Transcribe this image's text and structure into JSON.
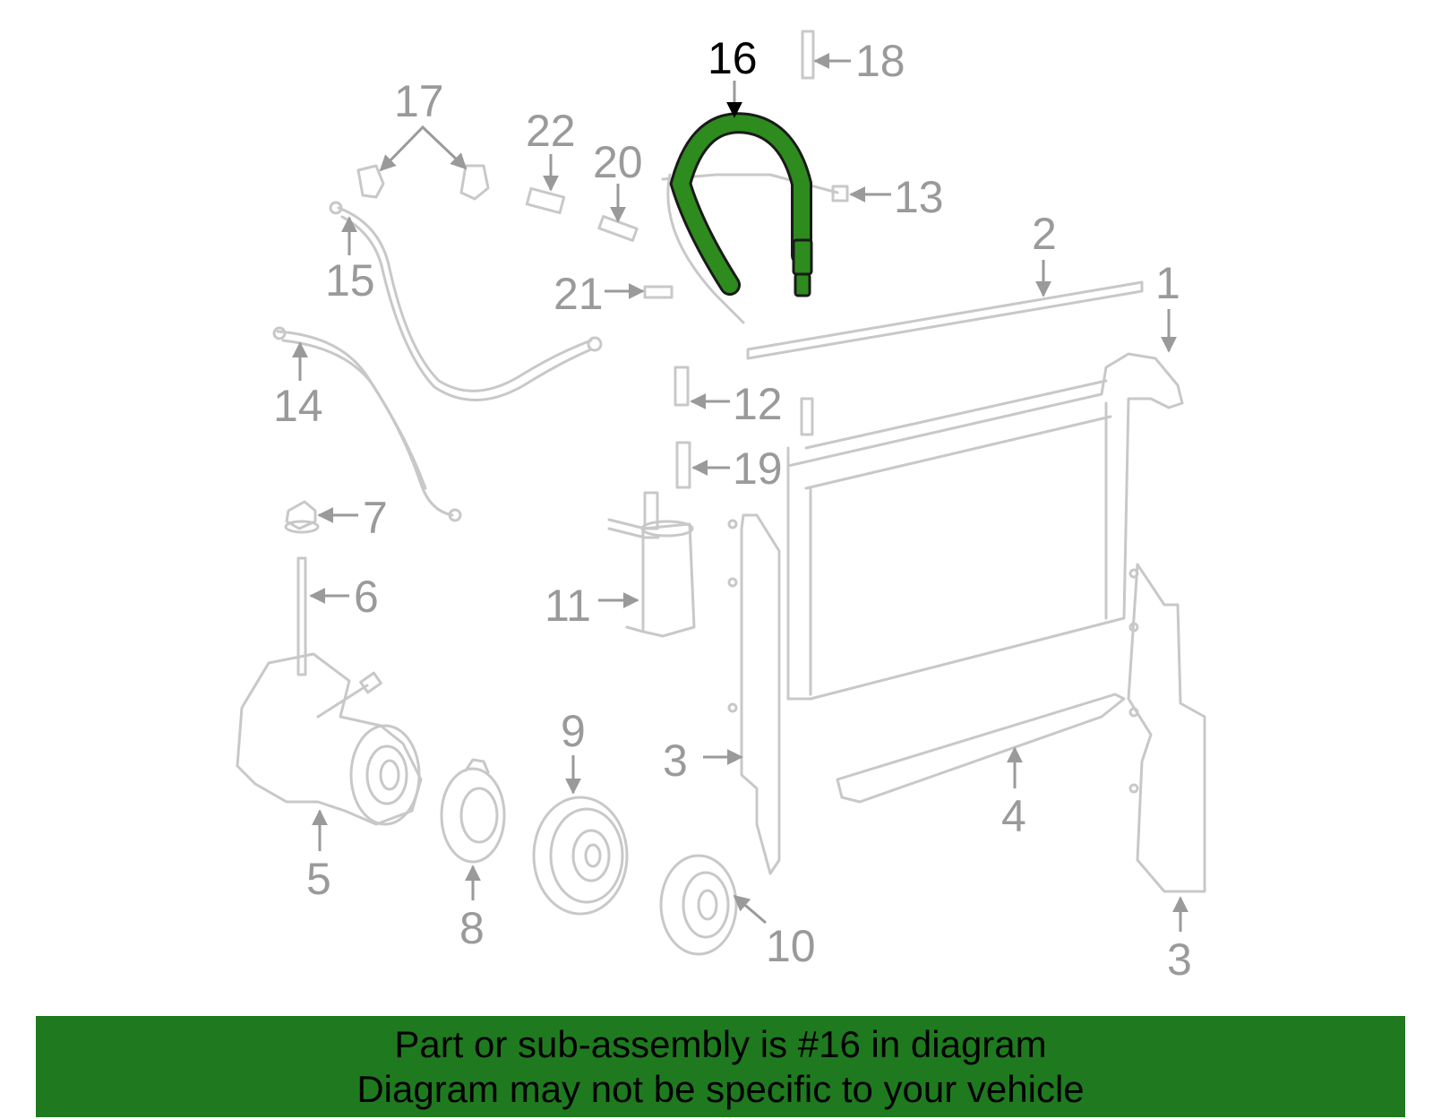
{
  "callouts": {
    "c1": "1",
    "c2": "2",
    "c3a": "3",
    "c3b": "3",
    "c4": "4",
    "c5": "5",
    "c6": "6",
    "c7": "7",
    "c8": "8",
    "c9": "9",
    "c10": "10",
    "c11": "11",
    "c12": "12",
    "c13": "13",
    "c14": "14",
    "c15": "15",
    "c16": "16",
    "c17": "17",
    "c18": "18",
    "c19": "19",
    "c20": "20",
    "c21": "21",
    "c22": "22"
  },
  "highlight": {
    "part": "16",
    "color": "#2e8b1e"
  },
  "banner": {
    "line1": "Part or sub-assembly is #16 in diagram",
    "line2": "Diagram may not be specific to your vehicle",
    "color": "#1f7a1f"
  }
}
